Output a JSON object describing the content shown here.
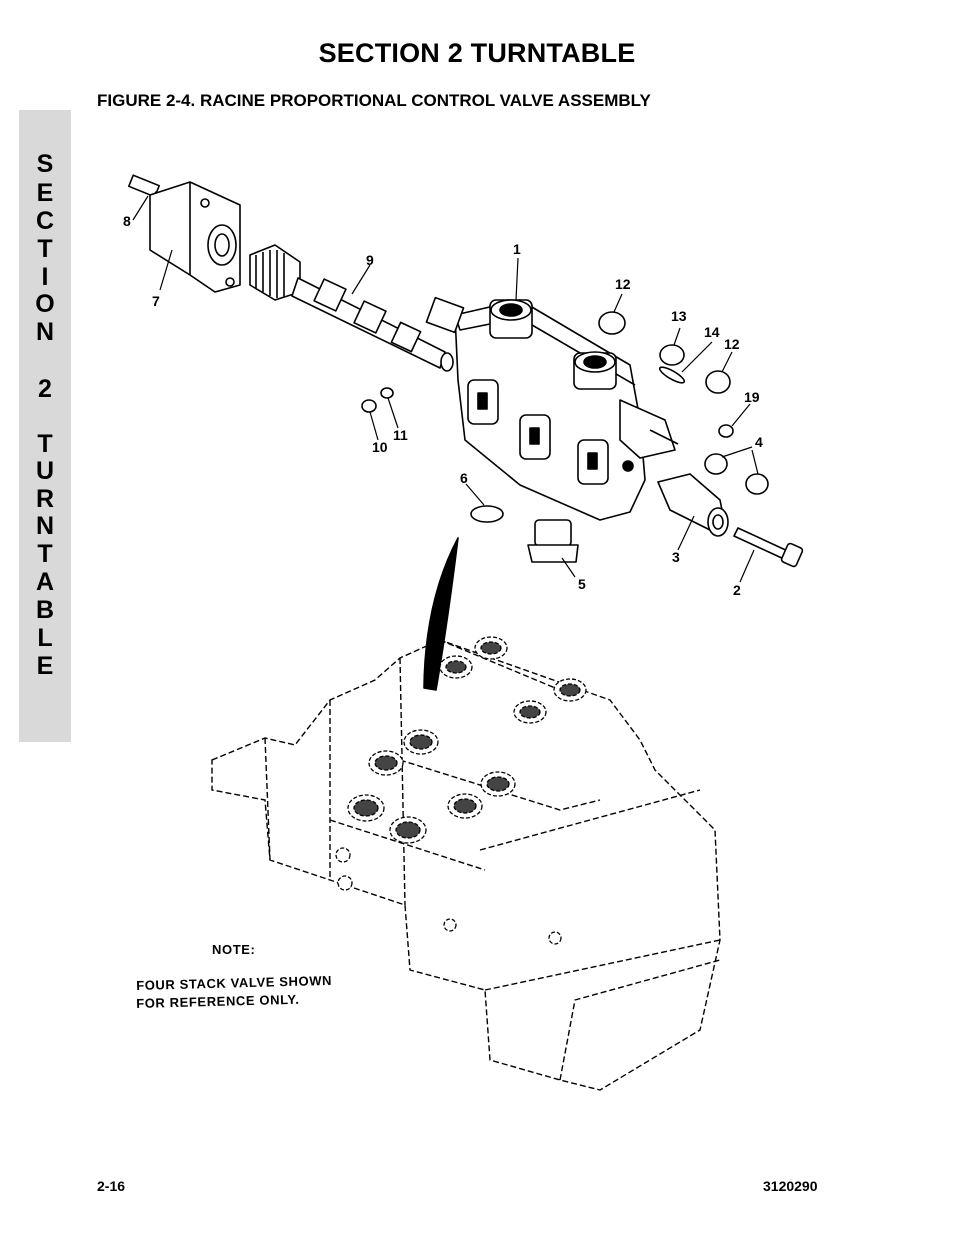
{
  "header": {
    "section_title": "SECTION 2  TURNTABLE",
    "figure_title": "FIGURE 2-4.    RACINE PROPORTIONAL CONTROL VALVE ASSEMBLY"
  },
  "side_tab": {
    "letters": [
      "S",
      "E",
      "C",
      "T",
      "I",
      "O",
      "N",
      "",
      "2",
      "",
      "T",
      "U",
      "R",
      "N",
      "T",
      "A",
      "B",
      "L",
      "E"
    ]
  },
  "callouts": {
    "c1": "1",
    "c2": "2",
    "c3": "3",
    "c4": "4",
    "c5": "5",
    "c6": "6",
    "c7": "7",
    "c8": "8",
    "c9": "9",
    "c10": "10",
    "c11": "11",
    "c12a": "12",
    "c12b": "12",
    "c13": "13",
    "c14": "14",
    "c19": "19"
  },
  "note": {
    "heading": "NOTE:",
    "line1": "FOUR STACK VALVE SHOWN",
    "line2": "FOR  REFERENCE  ONLY."
  },
  "footer": {
    "page_number": "2-16",
    "document_number": "3120290"
  }
}
